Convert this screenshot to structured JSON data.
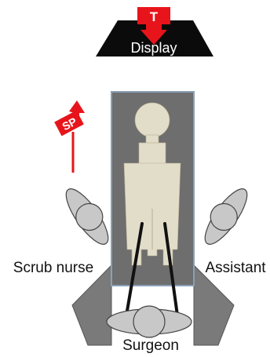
{
  "display": {
    "label": "Display",
    "marker": "T"
  },
  "scope_holder": {
    "marker": "SP"
  },
  "roles": {
    "scrub_nurse": "Scrub nurse",
    "assistant": "Assistant",
    "surgeon": "Surgeon"
  },
  "colors": {
    "display_fill": "#0b0b0b",
    "marker_red": "#e8141b",
    "table_gray": "#6e6e6e",
    "table_border": "#8aa0b8",
    "patient_fill": "#e2ddc9",
    "person_fill": "#c8c8c8",
    "leg_fill": "#7a7a7a"
  }
}
